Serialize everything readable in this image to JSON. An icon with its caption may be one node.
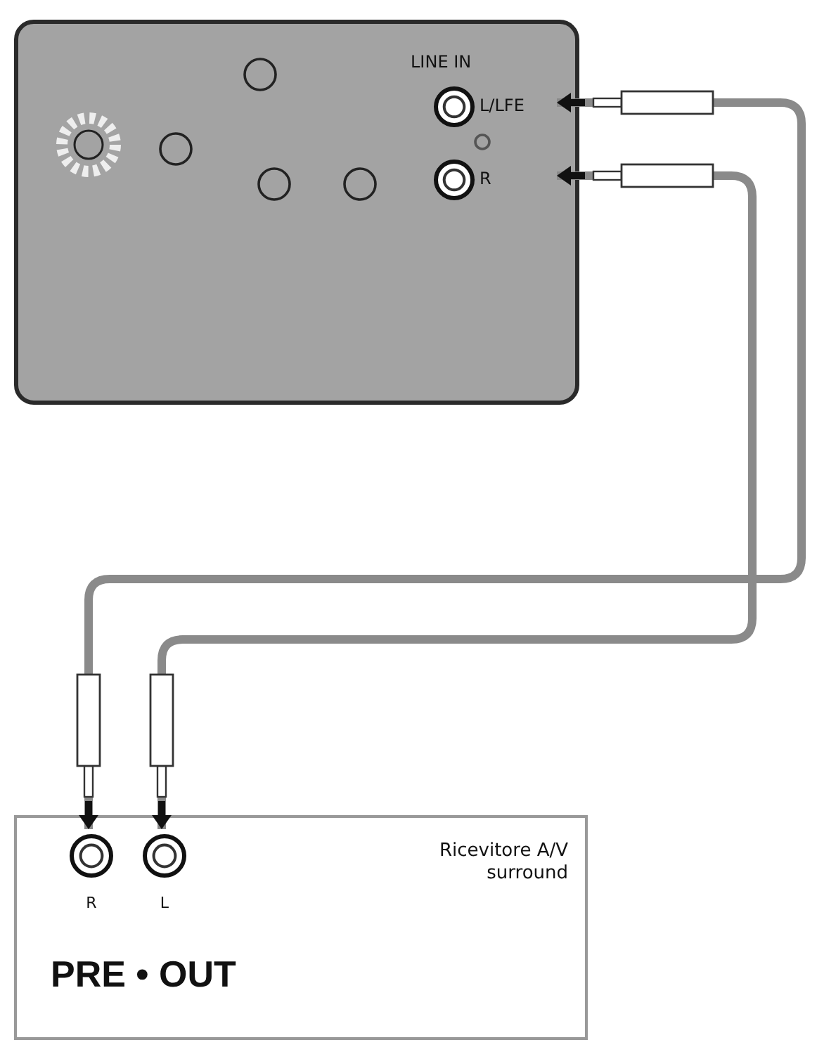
{
  "diagram": {
    "nodes": [
      {
        "text": [],
        "shape": "box"
      },
      {
        "text": [
          "L/LFE"
        ],
        "in": 0
      },
      {
        "text": [
          "R"
        ],
        "in": 0
      },
      {
        "text": [
          "Ricevitore A/V surround",
          "PRE • OUT"
        ]
      },
      {
        "text": [
          "R"
        ],
        "in": 3
      },
      {
        "text": [
          "L"
        ],
        "in": 3
      }
    ],
    "edges": [
      {
        "from": 4,
        "to": 1,
        "arrow": "both"
      },
      {
        "from": 5,
        "to": 2,
        "arrow": "both"
      }
    ],
    "labels": [
      "LINE IN"
    ]
  }
}
